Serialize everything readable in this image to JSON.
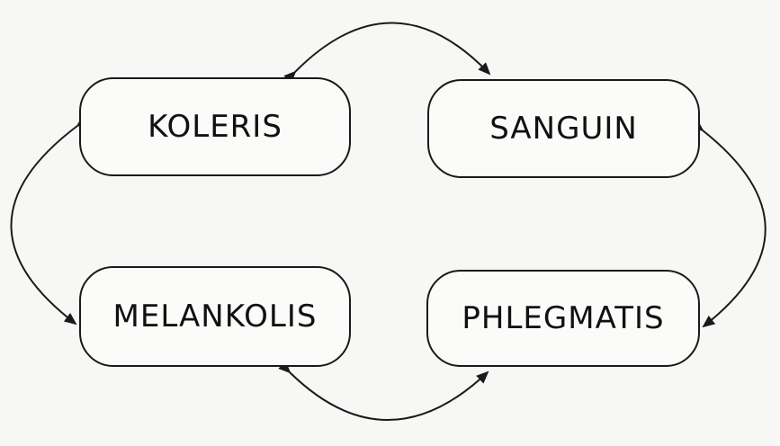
{
  "diagram": {
    "nodes": {
      "koleris": "KOLERIS",
      "sanguin": "SANGUIN",
      "melankolis": "MELANKOLIS",
      "phlegmatis": "PHLEGMATIS"
    },
    "colors": {
      "background": "#f7f7f6",
      "ink": "#1a1a1a"
    }
  }
}
